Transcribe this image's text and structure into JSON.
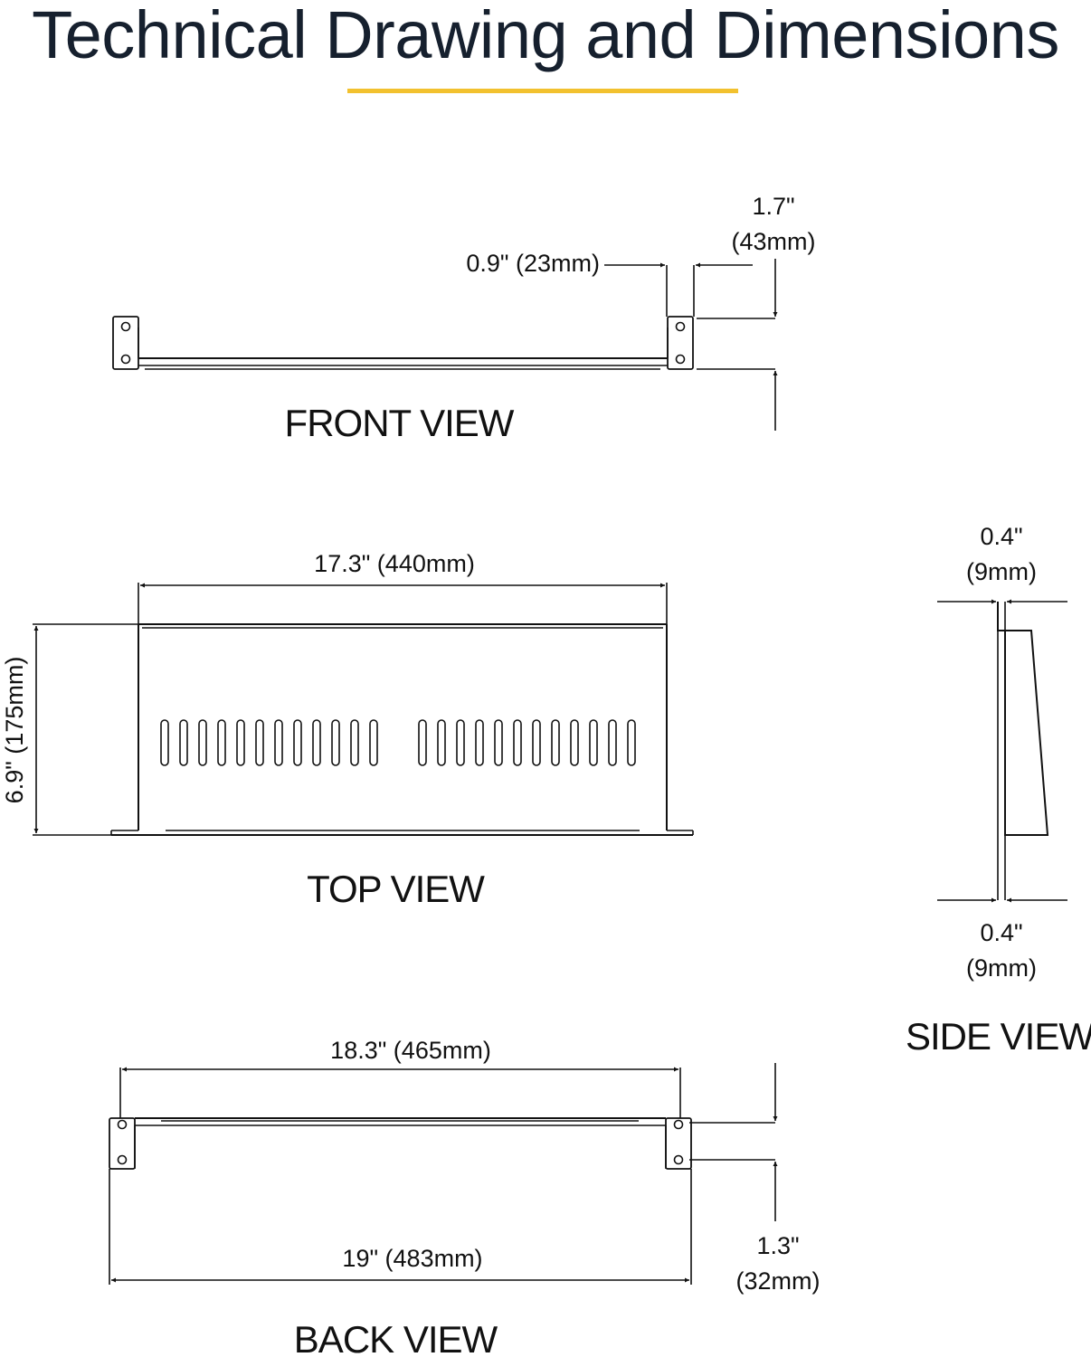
{
  "title": "Technical Drawing and Dimensions",
  "accent_color": "#f2c12e",
  "views": {
    "front": {
      "label": "FRONT VIEW",
      "dim_depth": "0.9\" (23mm)",
      "dim_height_1": "1.7\"",
      "dim_height_2": "(43mm)"
    },
    "top": {
      "label": "TOP VIEW",
      "dim_width": "17.3\" (440mm)",
      "dim_depth": "6.9\" (175mm)"
    },
    "side": {
      "label": "SIDE VIEW",
      "dim_top_1": "0.4\"",
      "dim_top_2": "(9mm)",
      "dim_bottom_1": "0.4\"",
      "dim_bottom_2": "(9mm)"
    },
    "back": {
      "label": "BACK VIEW",
      "dim_inner": "18.3\" (465mm)",
      "dim_outer": "19\" (483mm)",
      "dim_hole_1": "1.3\"",
      "dim_hole_2": "(32mm)"
    }
  }
}
